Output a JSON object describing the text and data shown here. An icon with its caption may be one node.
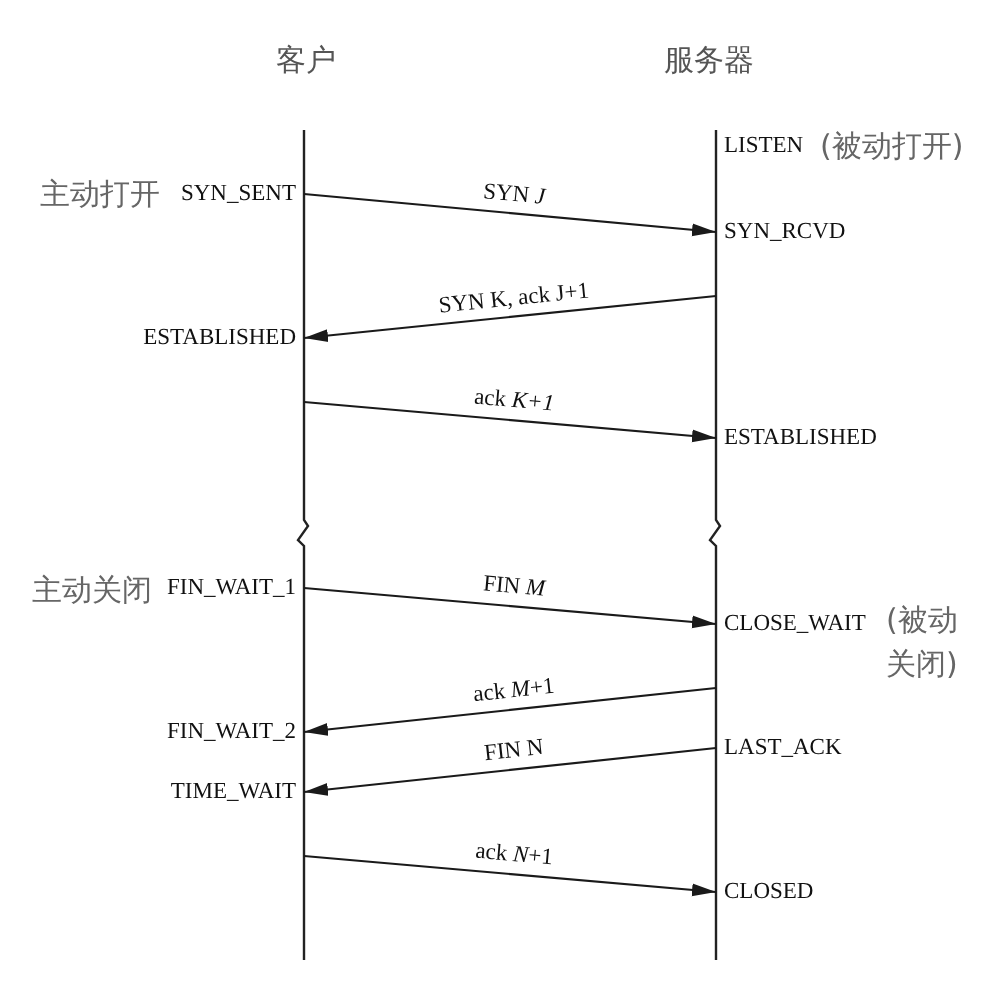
{
  "diagram": {
    "nodes": [
      {
        "text": [
          "SYN_SENT"
        ],
        "beside": [
          "主动打开"
        ]
      },
      {
        "text": [
          "SYN_RCVD"
        ]
      },
      {
        "text": [
          "ESTABLISHED"
        ]
      },
      {
        "text": [
          "ESTABLISHED"
        ]
      },
      {
        "text": [
          "FIN_WAIT_1"
        ],
        "beside": [
          "主动关闭"
        ]
      },
      {
        "text": [
          "CLOSE_WAIT"
        ],
        "beside": [
          "(被动关闭)"
        ]
      },
      {
        "text": [
          "FIN_WAIT_2"
        ]
      },
      {
        "text": [
          "LAST_ACK"
        ]
      },
      {
        "text": [
          "TIME_WAIT"
        ]
      },
      {
        "text": [
          "CLOSED"
        ]
      }
    ],
    "edges": [
      {
        "from": 0,
        "to": 1,
        "arrow": "to",
        "label": "SYN *J*"
      },
      {
        "from": null,
        "to": 2,
        "arrow": "to",
        "label": "SYN K, ack J+1"
      },
      {
        "from": null,
        "to": 3,
        "arrow": "to",
        "label": "ack *K+1*"
      },
      {
        "from": 4,
        "to": 5,
        "arrow": "to",
        "label": "FIN *M*"
      },
      {
        "from": null,
        "to": 6,
        "arrow": "to",
        "label": "ack *M*+1"
      },
      {
        "from": 7,
        "to": 8,
        "arrow": "to",
        "label": "FIN N"
      },
      {
        "from": null,
        "to": 9,
        "arrow": "to",
        "label": "ack *N*+1"
      }
    ],
    "labels": [
      "客户",
      "服务器",
      "LISTEN",
      "(被动打开)"
    ]
  }
}
